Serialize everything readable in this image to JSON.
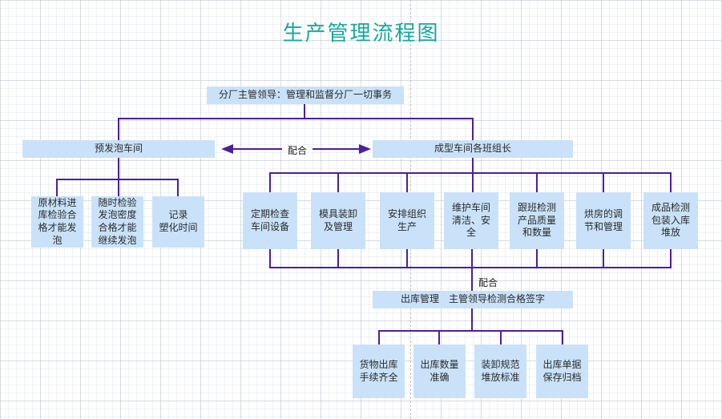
{
  "title": "生产管理流程图",
  "colors": {
    "title_teal": "#17a89f",
    "node_fill": "#c9e2f9",
    "connector_purple": "#4b1f9e",
    "grid_line": "#c5cdd8",
    "page_break_dash": "#c3c3c3"
  },
  "labels": {
    "cooperate_top": "配合",
    "cooperate_bottom": "配合"
  },
  "nodes": {
    "leader": "分厂主管领导：管理和监督分厂一切事务",
    "prefoam": "预发泡车间",
    "molding": "成型车间各班组长",
    "outbound": "出库管理　主管领导检测合格签字",
    "prefoam_children": [
      "原材料进\n库检验合\n格才能发\n泡",
      "随时检验\n发泡密度\n合格才能\n继续发泡",
      "记录\n塑化时间"
    ],
    "molding_children": [
      "定期检查\n车间设备",
      "模具装卸\n及管理",
      "安排组织\n生产",
      "维护车间\n清洁、安\n全",
      "跟班检测\n产品质量\n和数量",
      "烘房的调\n节和管理",
      "成品检测\n包装入库\n堆放"
    ],
    "outbound_children": [
      "货物出库\n手续齐全",
      "出库数量\n准确",
      "装卸规范\n堆放标准",
      "出库单据\n保存归档"
    ]
  }
}
